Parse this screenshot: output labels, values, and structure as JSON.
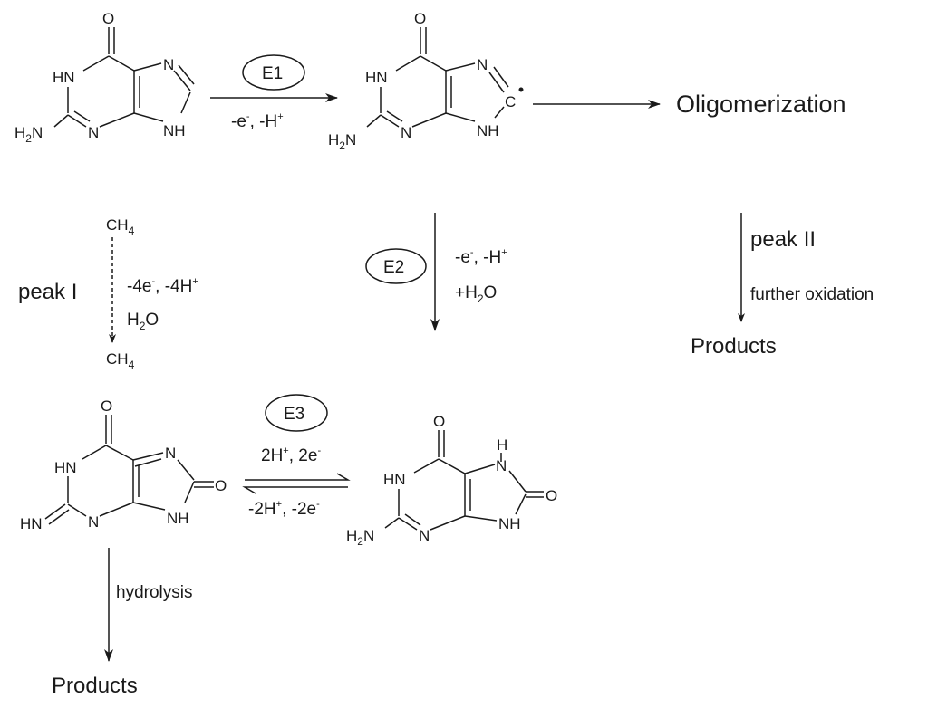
{
  "structures": {
    "guanine": {
      "o": "O",
      "hn": "HN",
      "n7": "N",
      "n3": "N",
      "nh9": "NH",
      "h2n": "H",
      "h2n_sub": "2",
      "h2n_n": "N"
    },
    "radical": {
      "o": "O",
      "hn": "HN",
      "n7": "N",
      "c8": "C",
      "n3": "N",
      "nh9": "NH",
      "h2n": "H",
      "h2n_sub": "2",
      "h2n_n": "N"
    },
    "imine": {
      "o": "O",
      "hn": "HN",
      "n7": "N",
      "o8": "O",
      "n3": "N",
      "nh9": "NH",
      "hn_ex": "HN"
    },
    "oxoguanine": {
      "o": "O",
      "h": "H",
      "hn": "HN",
      "n7": "N",
      "o8": "O",
      "n3": "N",
      "nh9": "NH",
      "h2n": "H",
      "h2n_sub": "2",
      "h2n_n": "N"
    }
  },
  "enzymes": {
    "e1": "E1",
    "e2": "E2",
    "e3": "E3"
  },
  "conditions": {
    "e1_line": {
      "a": "-e",
      "a_sup": "-",
      "b": ", -H",
      "b_sup": "+"
    },
    "e2_line1": {
      "a": "-e",
      "a_sup": "-",
      "b": ", -H",
      "b_sup": "+"
    },
    "e2_line2": {
      "a": "+H",
      "a_sub": "2",
      "b": "O"
    },
    "peak1_line1": {
      "a": "-4e",
      "a_sup": "-",
      "b": ", -4H",
      "b_sup": "+"
    },
    "peak1_line2": {
      "a": "H",
      "a_sub": "2",
      "b": "O"
    },
    "e3_forward": {
      "a": "2H",
      "a_sup": "+",
      "b": ", 2e",
      "b_sup": "-"
    },
    "e3_reverse": {
      "a": "-2H",
      "a_sup": "+",
      "b": ", -2e",
      "b_sup": "-"
    },
    "ch4_top": {
      "a": "CH",
      "a_sub": "4"
    },
    "ch4_bottom": {
      "a": "CH",
      "a_sub": "4"
    }
  },
  "labels": {
    "oligomerization": "Oligomerization",
    "peak1": "peak I",
    "peak2": "peak II",
    "further_oxidation": "further oxidation",
    "products_right": "Products",
    "hydrolysis": "hydrolysis",
    "products_bottom": "Products"
  }
}
